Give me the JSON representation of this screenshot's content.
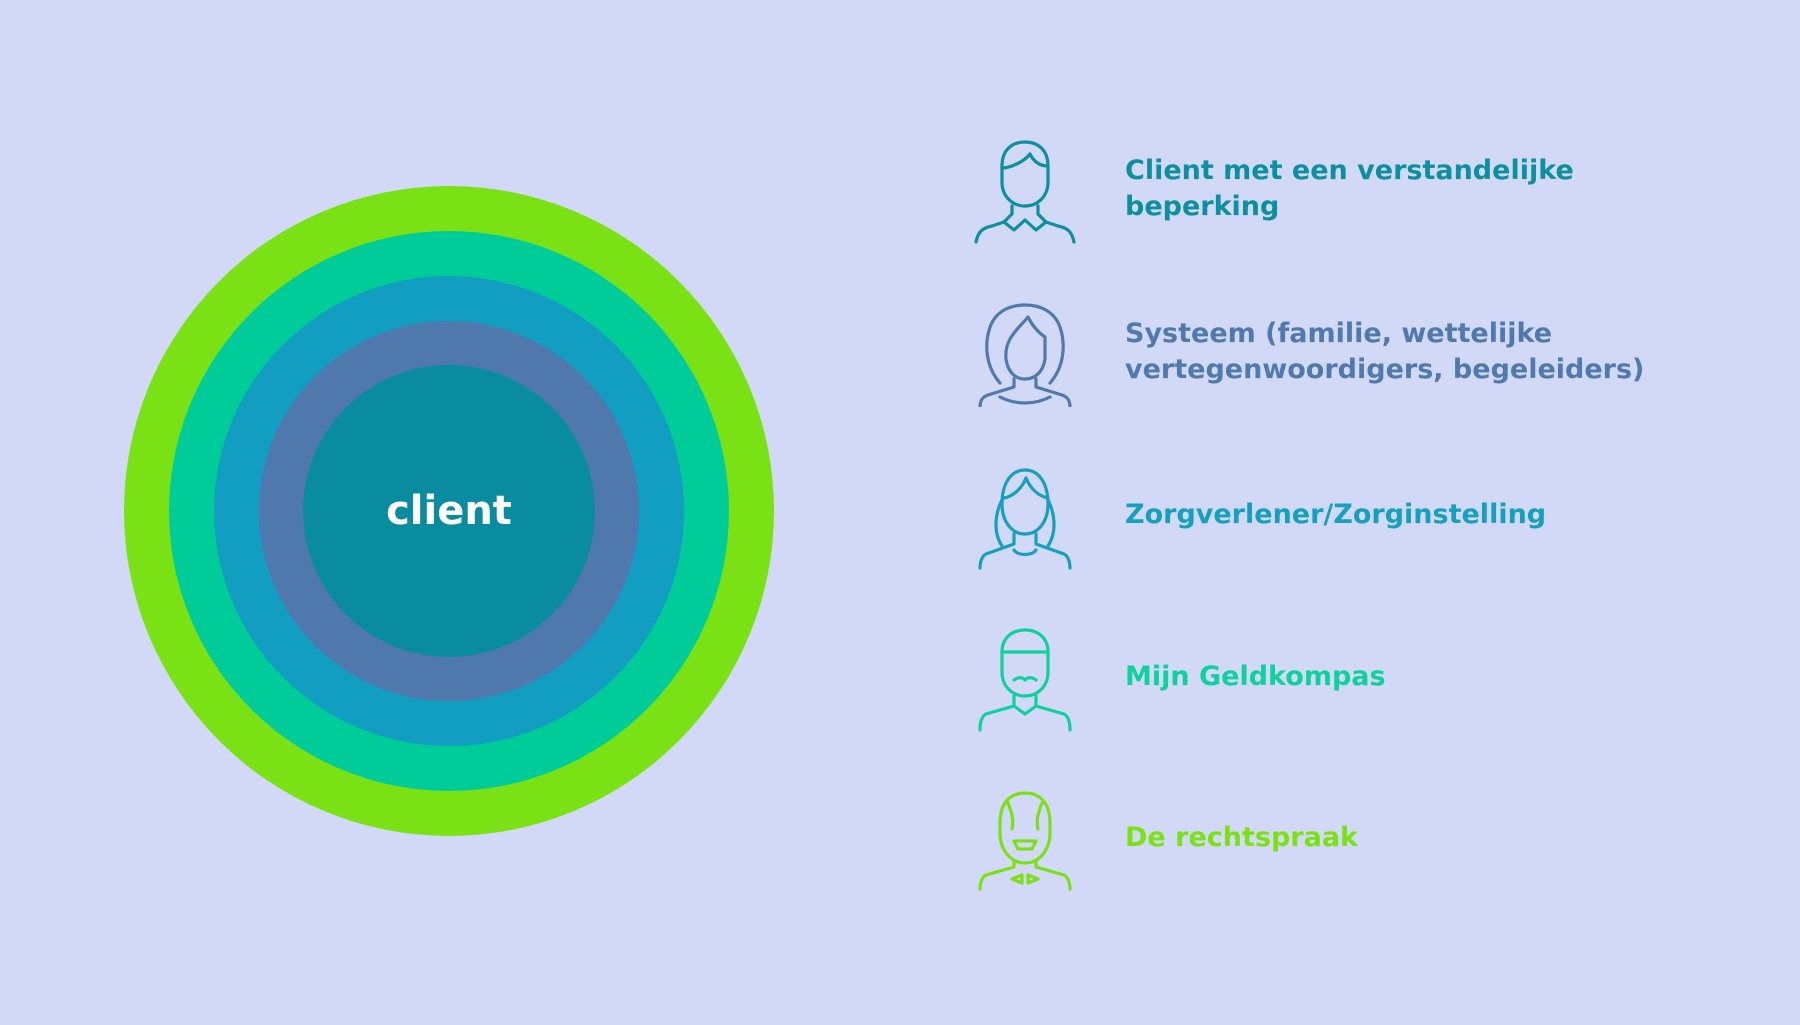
{
  "diagram": {
    "center_label": "client",
    "rings": [
      {
        "color": "#7ae214"
      },
      {
        "color": "#00cc99"
      },
      {
        "color": "#129ec0"
      },
      {
        "color": "#4f79ad"
      },
      {
        "color": "#0a8ca0"
      }
    ]
  },
  "legend": [
    {
      "label": "Client met een verstandelijke beperking",
      "color": "#0c8fa1",
      "icon": "man-collar-icon"
    },
    {
      "label": "Systeem (familie, wettelijke vertegenwoordigers, begeleiders)",
      "color": "#5079ad",
      "icon": "woman-long-hair-icon"
    },
    {
      "label": "Zorgverlener/Zorginstelling",
      "color": "#16a0c0",
      "icon": "woman-icon"
    },
    {
      "label": "Mijn Geldkompas",
      "color": "#0fd19c",
      "icon": "man-mustache-icon"
    },
    {
      "label": "De rechtspraak",
      "color": "#7be114",
      "icon": "man-beard-bowtie-icon"
    }
  ]
}
